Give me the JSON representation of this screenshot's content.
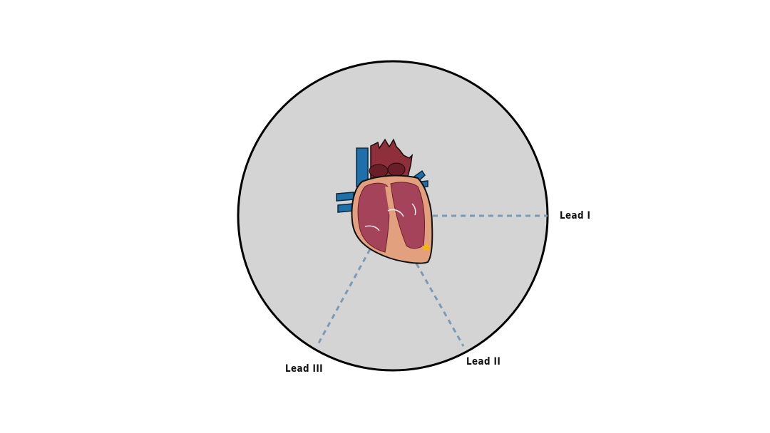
{
  "diagram": {
    "title": "",
    "background_circle_color": "#d4d4d4",
    "lead_line_color": "#7a9bb3",
    "marker_color": "#f5b800",
    "leads": [
      {
        "label": "Lead I"
      },
      {
        "label": "Lead II"
      },
      {
        "label": "Lead III"
      }
    ]
  }
}
